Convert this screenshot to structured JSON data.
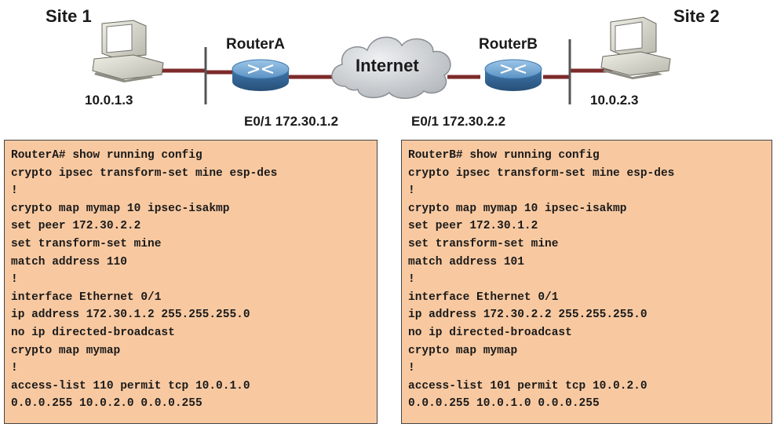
{
  "site1": {
    "label": "Site 1",
    "ip": "10.0.1.3"
  },
  "site2": {
    "label": "Site 2",
    "ip": "10.0.2.3"
  },
  "routerA": {
    "label": "RouterA",
    "port": "E0/1 172.30.1.2"
  },
  "routerB": {
    "label": "RouterB",
    "port": "E0/1 172.30.2.2"
  },
  "cloud": {
    "label": "Internet"
  },
  "colors": {
    "panel": "#f8c9a1",
    "link": "#7d2a2a",
    "router": "#4f86b8",
    "cloud": "#c8ccd0"
  },
  "configA": {
    "lines": [
      "RouterA# show running config",
      "crypto ipsec transform-set mine esp-des",
      "!",
      "crypto map mymap 10 ipsec-isakmp",
      "set peer 172.30.2.2",
      "set transform-set mine",
      "match address 110",
      "!",
      "interface Ethernet 0/1",
      "ip address 172.30.1.2 255.255.255.0",
      "no ip directed-broadcast",
      "crypto map mymap",
      "!",
      "access-list 110 permit tcp 10.0.1.0",
      "0.0.0.255 10.0.2.0 0.0.0.255"
    ]
  },
  "configB": {
    "lines": [
      "RouterB# show running config",
      "crypto ipsec transform-set mine esp-des",
      "!",
      "crypto map mymap 10 ipsec-isakmp",
      "set peer 172.30.1.2",
      "set transform-set mine",
      "match address 101",
      "!",
      "interface Ethernet 0/1",
      "ip address 172.30.2.2 255.255.255.0",
      "no ip directed-broadcast",
      "crypto map mymap",
      "!",
      "access-list 101 permit tcp 10.0.2.0",
      "0.0.0.255 10.0.1.0 0.0.0.255"
    ]
  }
}
